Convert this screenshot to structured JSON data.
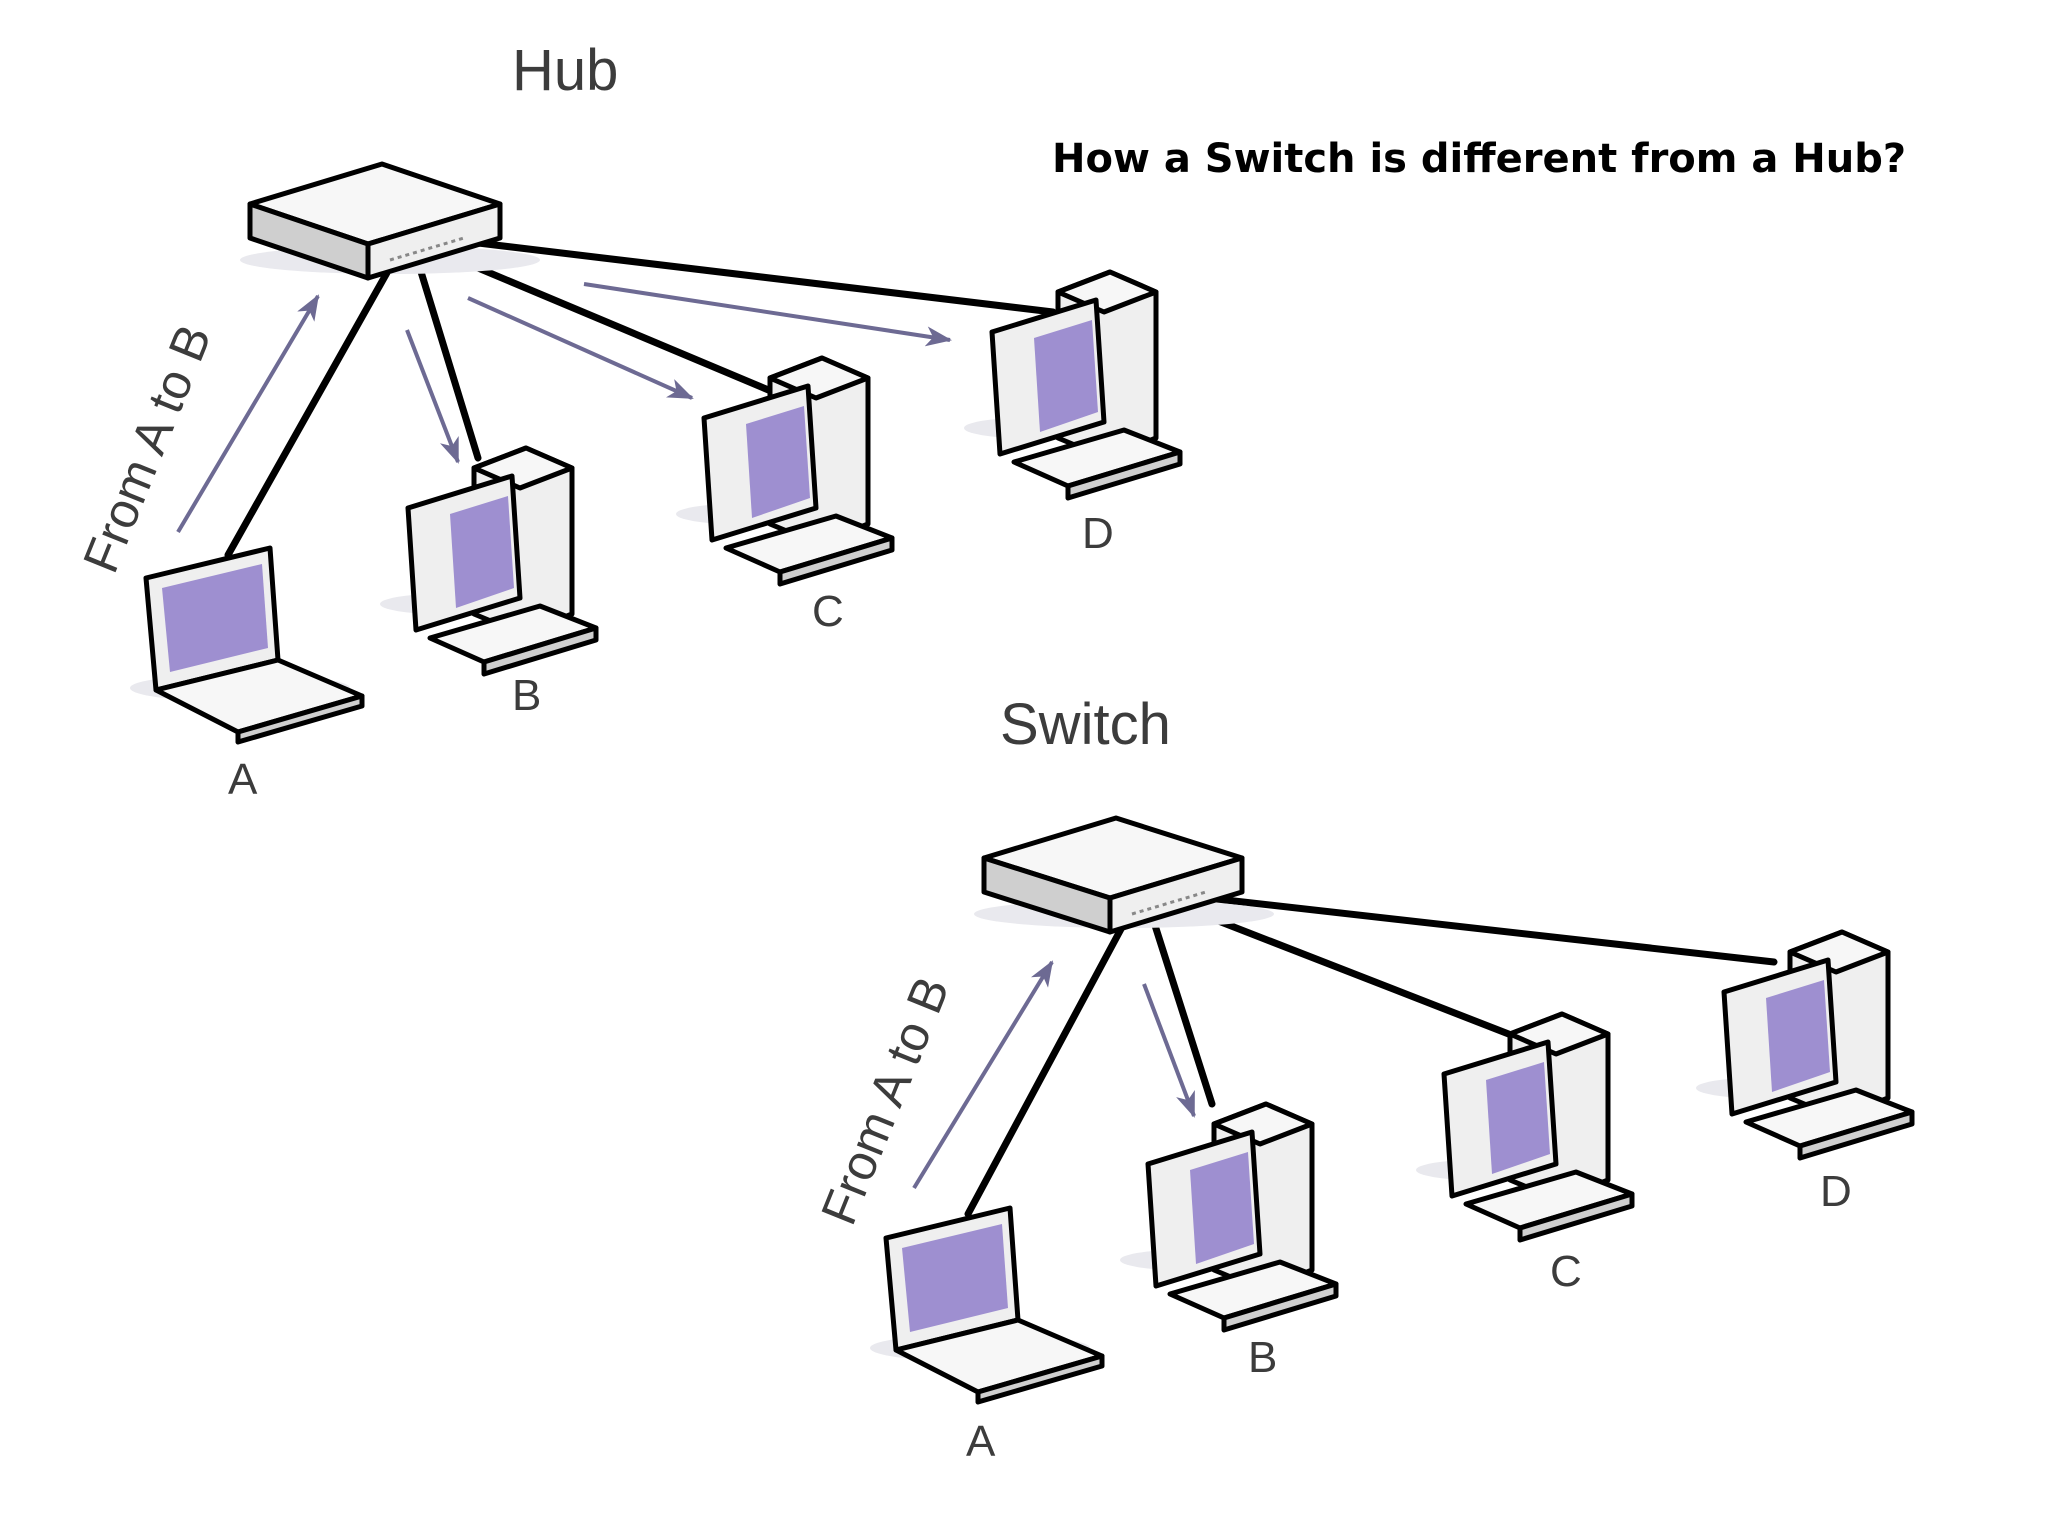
{
  "slide": {
    "title": "How a Switch is different from a Hub?"
  },
  "colors": {
    "screen": "#9e8fd0",
    "device_body": "#efefef",
    "device_top": "#f7f7f7",
    "device_side": "#cfcfcf",
    "cable": "#000000",
    "arrow": "#6d6a93",
    "label_text": "#3c3c3c"
  },
  "hub_diagram": {
    "title": "Hub",
    "flow_label": "From A to B",
    "nodes": {
      "a": {
        "label": "A",
        "icon": "laptop-icon"
      },
      "b": {
        "label": "B",
        "icon": "desktop-computer-icon"
      },
      "c": {
        "label": "C",
        "icon": "desktop-computer-icon"
      },
      "d": {
        "label": "D",
        "icon": "desktop-computer-icon"
      }
    },
    "device_icon": "hub-icon",
    "flows_to": [
      "B",
      "C",
      "D"
    ]
  },
  "switch_diagram": {
    "title": "Switch",
    "flow_label": "From A to B",
    "nodes": {
      "a": {
        "label": "A",
        "icon": "laptop-icon"
      },
      "b": {
        "label": "B",
        "icon": "desktop-computer-icon"
      },
      "c": {
        "label": "C",
        "icon": "desktop-computer-icon"
      },
      "d": {
        "label": "D",
        "icon": "desktop-computer-icon"
      }
    },
    "device_icon": "switch-icon",
    "flows_to": [
      "B"
    ]
  }
}
